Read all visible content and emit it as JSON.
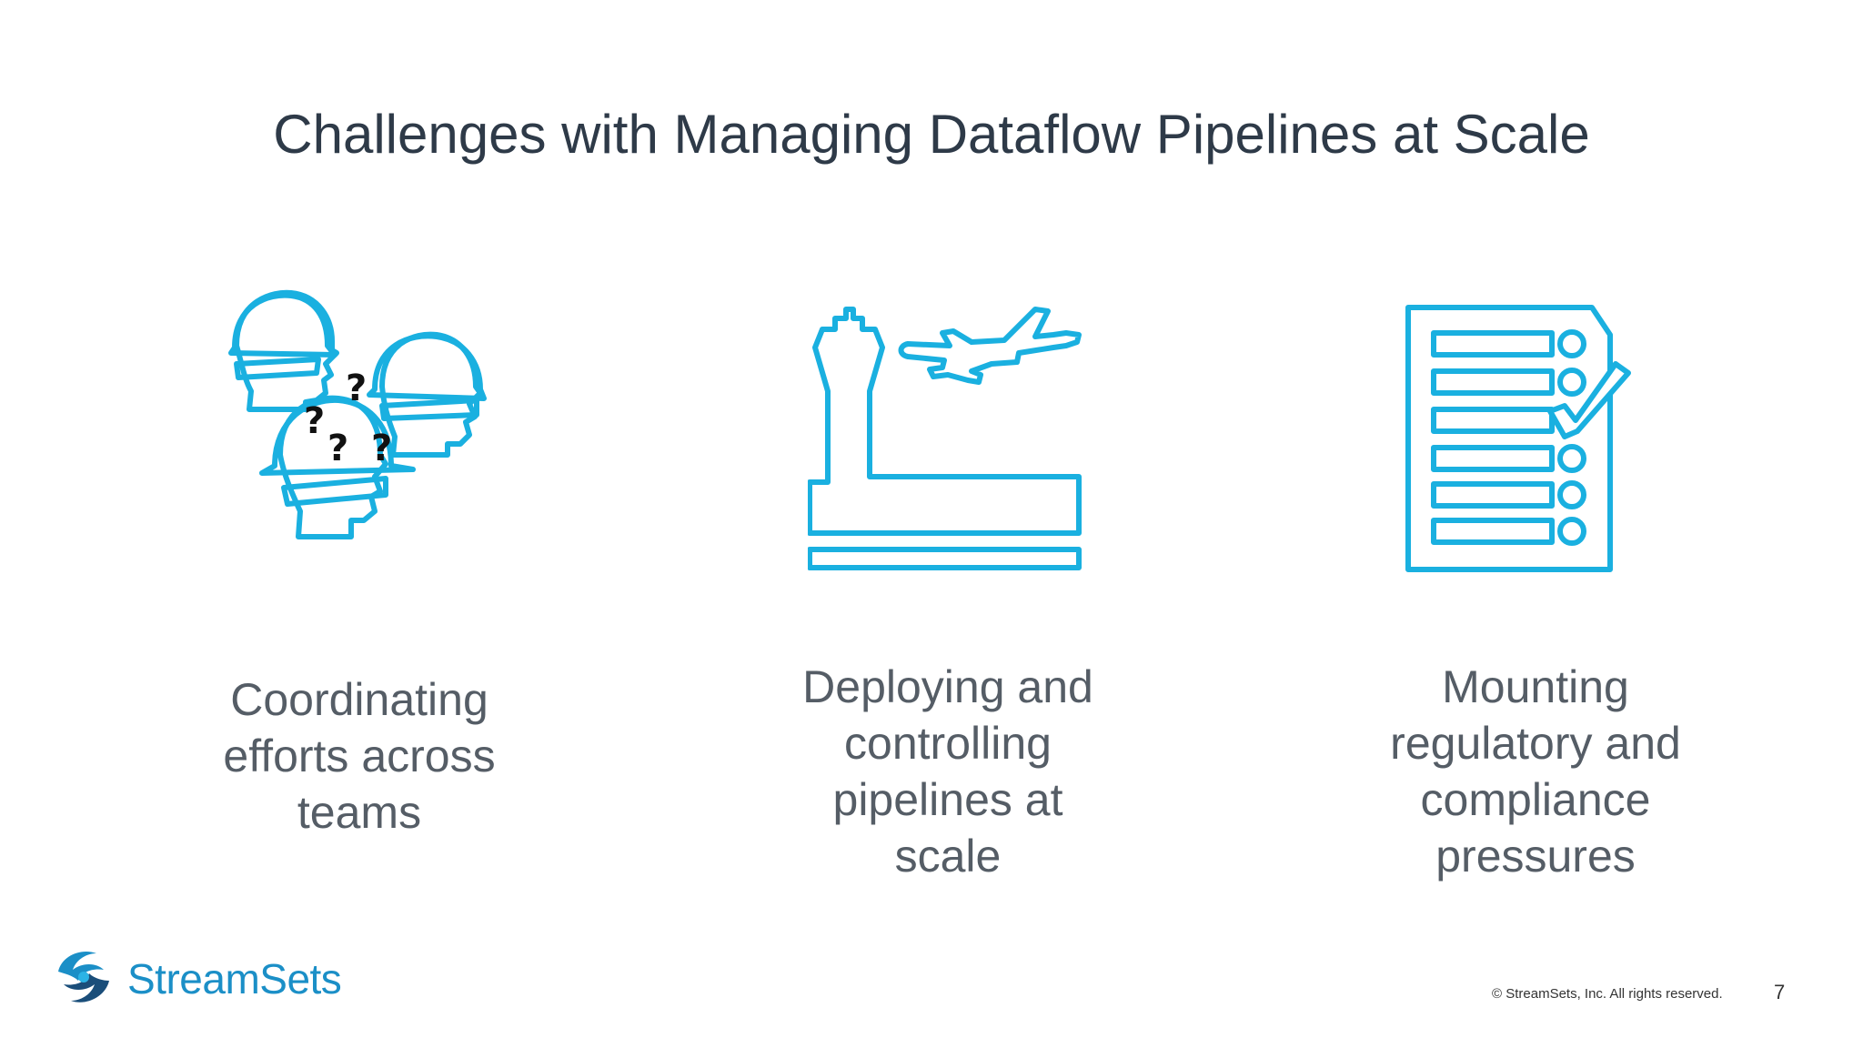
{
  "slide": {
    "title": "Challenges with Managing Dataflow Pipelines at Scale",
    "accent_color": "#1ab0e0",
    "columns": [
      {
        "icon": "workers-with-question-marks-icon",
        "caption_lines": [
          "Coordinating",
          "efforts across",
          "teams"
        ]
      },
      {
        "icon": "control-tower-airplane-icon",
        "caption_lines": [
          "Deploying and",
          "controlling",
          "pipelines at",
          "scale"
        ]
      },
      {
        "icon": "checklist-icon",
        "caption_lines": [
          "Mounting",
          "regulatory and",
          "compliance",
          "pressures"
        ]
      }
    ]
  },
  "footer": {
    "brand": "StreamSets",
    "brand_logo_icon": "streamsets-swirl-logo-icon",
    "copyright": "© StreamSets, Inc. All rights reserved.",
    "page_number": "7"
  }
}
